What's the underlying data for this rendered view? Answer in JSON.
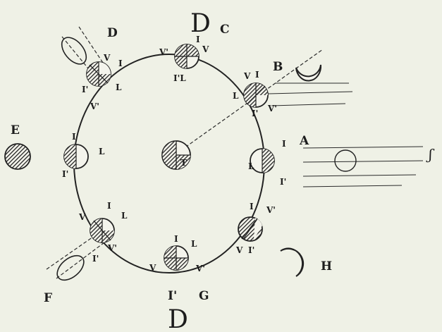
{
  "figure": {
    "positions": {
      "A": "A",
      "B": "B",
      "C": "C",
      "D": "D",
      "E": "E",
      "F": "F",
      "G": "G",
      "H": "H"
    },
    "earth_label": "T",
    "moon_labels": {
      "I": "I",
      "I_prime": "I'",
      "V": "V",
      "V_prime": "V'",
      "L": "L",
      "I_prime_L": "I'L"
    },
    "phase_glyph": "D",
    "sun_glyph": "ʃ"
  }
}
